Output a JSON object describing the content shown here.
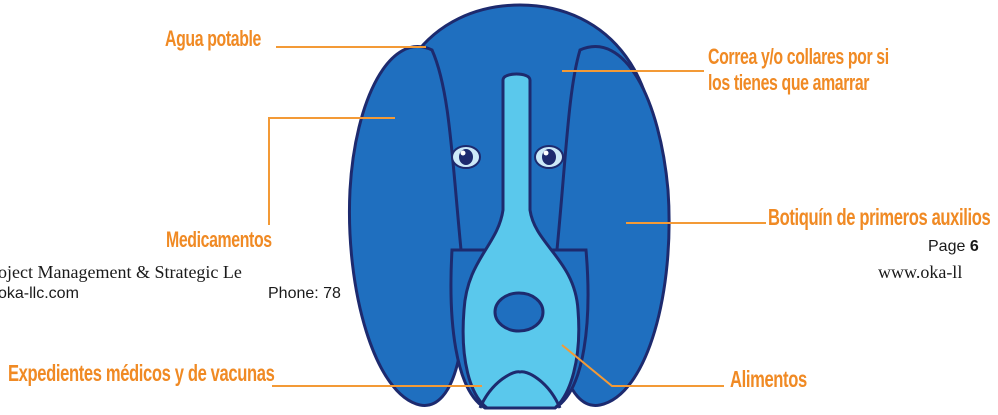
{
  "labels": {
    "agua": "Agua potable",
    "correa_line1": "Correa y/o collares por si",
    "correa_line2": "los tienes que amarrar",
    "medicamentos": "Medicamentos",
    "botiquin": "Botiquín de primeros auxilios",
    "expedientes": "Expedientes médicos y de vacunas",
    "alimentos": "Alimentos"
  },
  "footer": {
    "page_prefix": "Page ",
    "page_number": "6",
    "company_partial": "oject Management & Strategic Le",
    "website_partial": "www.oka-ll",
    "email_partial": "oka-llc.com",
    "phone_partial": "Phone: 78"
  },
  "colors": {
    "label_orange": "#f08a24",
    "dog_dark_blue": "#1f6fbf",
    "dog_outline": "#1d2a6e",
    "dog_light_blue": "#5ac8ec"
  }
}
